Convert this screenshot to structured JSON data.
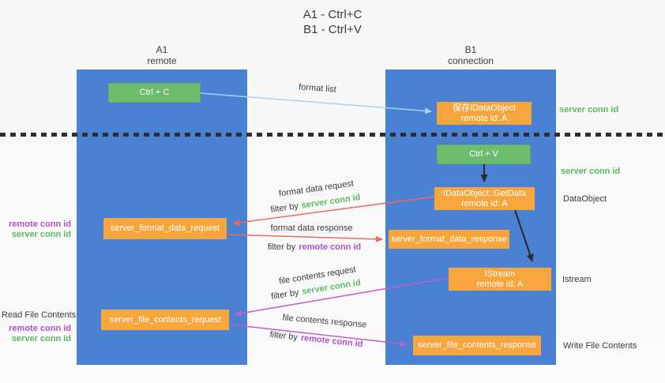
{
  "title": {
    "line1": "A1 - Ctrl+C",
    "line2": "B1 - Ctrl+V"
  },
  "columns": {
    "a1": {
      "label": "A1",
      "sublabel": "remote"
    },
    "b1": {
      "label": "B1",
      "sublabel": "connection"
    }
  },
  "nodes": {
    "ctrl_c": {
      "label": "Ctrl + C"
    },
    "save_dataobject": {
      "line1": "保存IDataObject",
      "line2": "remote id: A"
    },
    "ctrl_v": {
      "label": "Ctrl + V"
    },
    "getdata": {
      "line1": "IDataObject::GetData",
      "line2": "remote id: A"
    },
    "format_request": {
      "label": "server_format_data_request"
    },
    "format_response": {
      "label": "server_format_data_response"
    },
    "istream": {
      "line1": "IStream",
      "line2": "remote id: A"
    },
    "file_request": {
      "label": "server_file_contents_request"
    },
    "file_response": {
      "label": "server_file_contents_response"
    }
  },
  "right_annotations": {
    "server_conn_id_1": "server conn id",
    "server_conn_id_2": "server conn id",
    "dataobject": "DataObject",
    "istream": "Istream",
    "write_file_contents": "Write File Contents"
  },
  "left_annotations": {
    "remote_conn_id_1": "remote conn id",
    "server_conn_id_1": "server conn id",
    "read_file_contents": "Read File Contents",
    "remote_conn_id_2": "remote conn id",
    "server_conn_id_2": "server conn id"
  },
  "arrow_labels": {
    "format_list": "format list",
    "format_data_request": "format data request",
    "format_data_response": "format data response",
    "file_contents_request": "file contents request",
    "file_contents_response": "file contents response",
    "filter_by": "filter by",
    "server_conn_id": "server conn id",
    "remote_conn_id": "remote conn id"
  },
  "colors": {
    "column_blue": "#4b81d3",
    "box_green": "#6cbe6e",
    "box_orange": "#f7a63e",
    "arrow_lightblue": "#a7d3ef",
    "arrow_red": "#ed685e",
    "arrow_magenta": "#c45ec8",
    "arrow_black": "#2b2b2b",
    "text_green": "#5cb85e",
    "text_purple": "#b14fc8",
    "text_dark": "#3b3b3b",
    "background": "#f9f9fa"
  }
}
